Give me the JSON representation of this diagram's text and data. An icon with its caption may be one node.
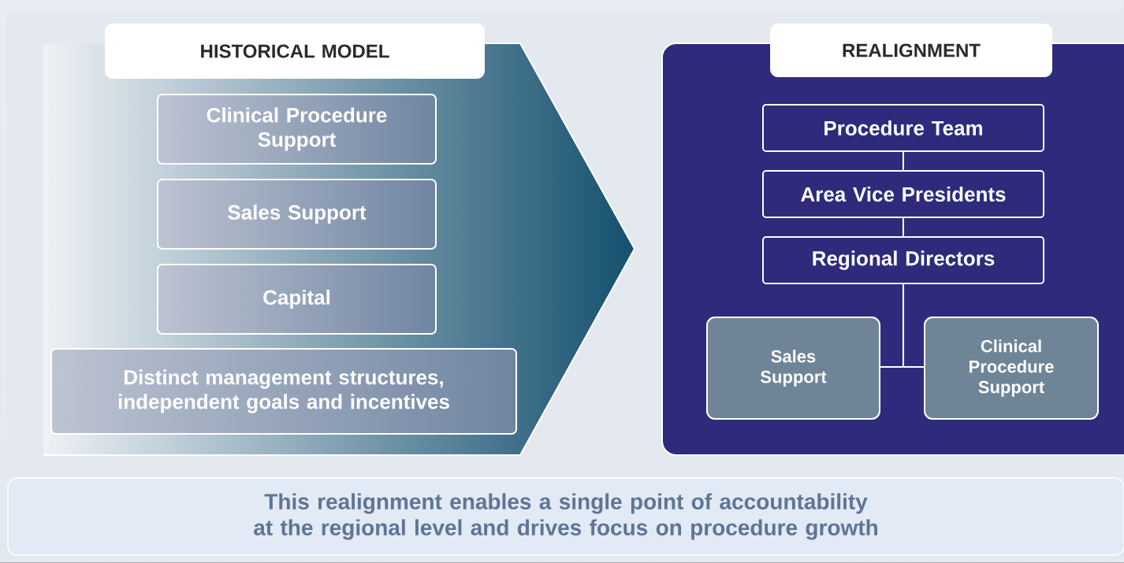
{
  "diagram": {
    "nodes": [
      {
        "text": [
          "HISTORICAL MODEL"
        ]
      },
      {
        "text": [
          "Clinical Procedure Support"
        ],
        "in": 0
      },
      {
        "text": [
          "Sales Support"
        ],
        "in": 0
      },
      {
        "text": [
          "Capital"
        ],
        "in": 0
      },
      {
        "text": [
          "Distinct management structures, independent goals and incentives"
        ],
        "in": 0
      },
      {
        "text": [
          "REALIGNMENT"
        ]
      },
      {
        "text": [
          "Procedure Team"
        ],
        "in": 5
      },
      {
        "text": [
          "Area Vice Presidents"
        ],
        "in": 5
      },
      {
        "text": [
          "Regional Directors"
        ],
        "in": 5
      },
      {
        "text": [
          "Sales Support"
        ],
        "in": 5
      },
      {
        "text": [
          "Clinical Procedure Support"
        ],
        "in": 5
      },
      {
        "text": [
          "This realignment enables a single point of accountability at the regional level and drives focus on procedure growth"
        ]
      }
    ],
    "edges": [
      {
        "from": 6,
        "to": 7,
        "arrow": "none"
      },
      {
        "from": 7,
        "to": 8,
        "arrow": "none"
      },
      {
        "from": 8,
        "to": 9,
        "arrow": "none"
      },
      {
        "from": 8,
        "to": 10,
        "arrow": "none"
      }
    ]
  }
}
